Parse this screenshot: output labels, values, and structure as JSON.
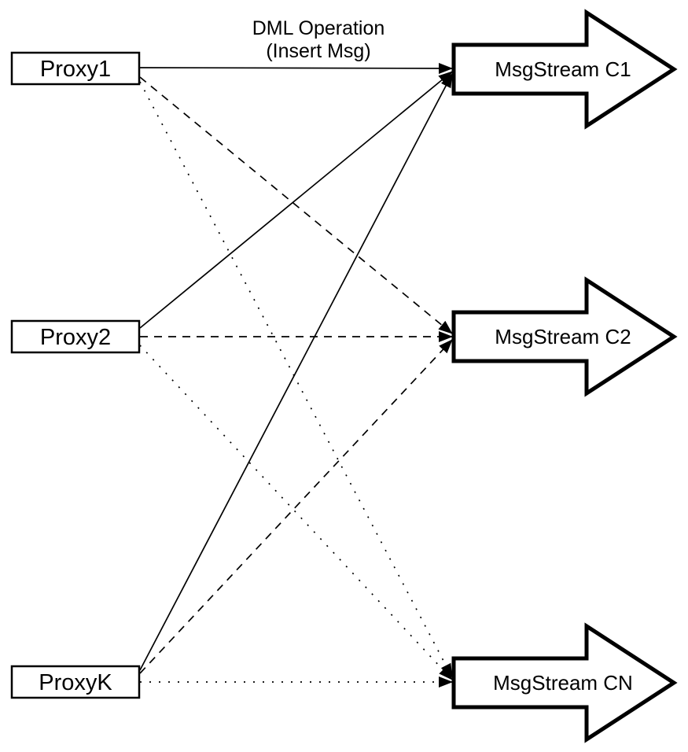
{
  "diagram": {
    "title": {
      "line1": "DML Operation",
      "line2": "(Insert Msg)"
    },
    "proxies": [
      {
        "label": "Proxy1"
      },
      {
        "label": "Proxy2"
      },
      {
        "label": "ProxyK"
      }
    ],
    "streams": [
      {
        "label": "MsgStream C1"
      },
      {
        "label": "MsgStream C2"
      },
      {
        "label": "MsgStream CN"
      }
    ],
    "edges": [
      {
        "from": "Proxy1",
        "to": "MsgStream C1",
        "line_style": "solid"
      },
      {
        "from": "Proxy1",
        "to": "MsgStream C2",
        "line_style": "dashed"
      },
      {
        "from": "Proxy1",
        "to": "MsgStream CN",
        "line_style": "dotted"
      },
      {
        "from": "Proxy2",
        "to": "MsgStream C1",
        "line_style": "solid"
      },
      {
        "from": "Proxy2",
        "to": "MsgStream C2",
        "line_style": "dashed"
      },
      {
        "from": "Proxy2",
        "to": "MsgStream CN",
        "line_style": "dotted"
      },
      {
        "from": "ProxyK",
        "to": "MsgStream C1",
        "line_style": "solid"
      },
      {
        "from": "ProxyK",
        "to": "MsgStream C2",
        "line_style": "dashed"
      },
      {
        "from": "ProxyK",
        "to": "MsgStream CN",
        "line_style": "dotted"
      }
    ],
    "colors": {
      "stroke": "#000000",
      "fill": "#ffffff"
    }
  }
}
